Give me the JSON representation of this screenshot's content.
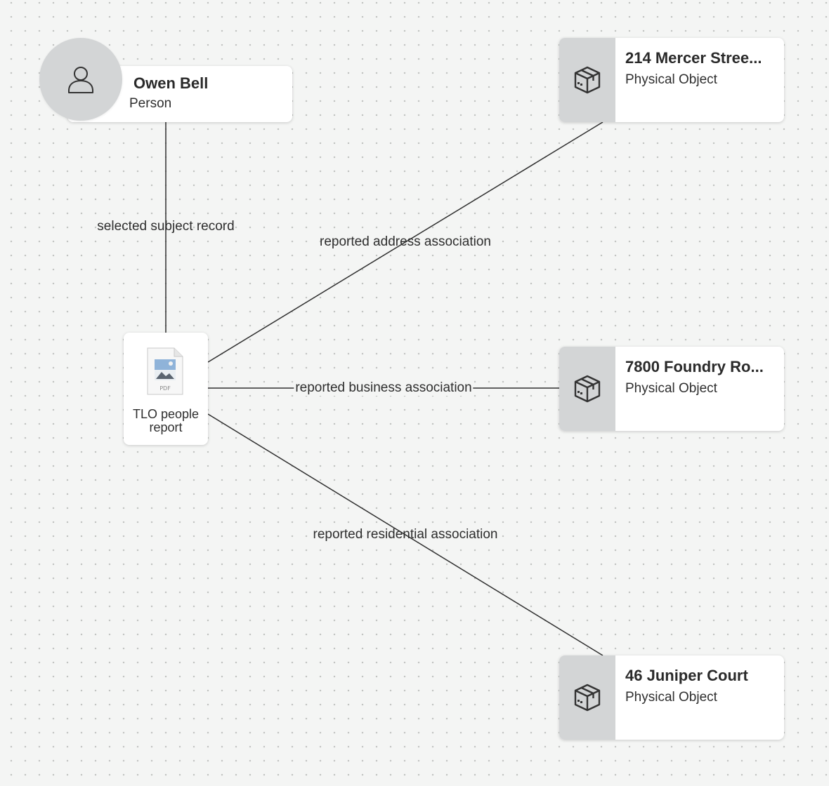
{
  "person": {
    "name": "Owen Bell",
    "type": "Person",
    "icon": "person-icon"
  },
  "document": {
    "title": "TLO people report",
    "icon": "pdf-file-icon",
    "file_badge": "PDF"
  },
  "objects": [
    {
      "title": "214 Mercer Stree...",
      "type": "Physical Object",
      "icon": "package-icon"
    },
    {
      "title": "7800 Foundry Ro...",
      "type": "Physical Object",
      "icon": "package-icon"
    },
    {
      "title": "46 Juniper Court",
      "type": "Physical Object",
      "icon": "package-icon"
    }
  ],
  "edges": [
    {
      "label": "selected subject record"
    },
    {
      "label": "reported address association"
    },
    {
      "label": "reported business association"
    },
    {
      "label": "reported residential association"
    }
  ],
  "colors": {
    "canvas": "#f4f5f4",
    "node_icon_bg": "#d3d5d6",
    "edge": "#2f2f2f"
  }
}
